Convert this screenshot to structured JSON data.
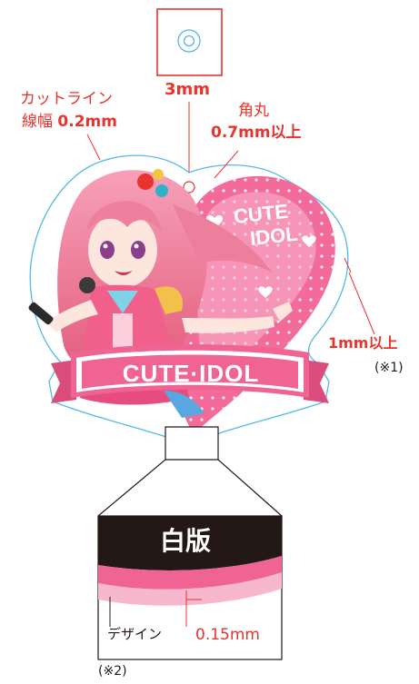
{
  "hole": {
    "label": "3mm"
  },
  "cutline": {
    "line1": "カットライン",
    "line2_prefix": "線幅 ",
    "line2_value": "0.2mm"
  },
  "corner": {
    "line1": "角丸",
    "line2": "0.7mm以上"
  },
  "margin": {
    "label": "1mm以上",
    "note": "(※1)"
  },
  "artwork": {
    "banner_text": "CUTE·IDOL",
    "logo_line1": "CUTE",
    "logo_line2": "IDOL"
  },
  "detail": {
    "white_plate_label": "白版",
    "design_label": "デザイン",
    "thickness_label": "0.15mm",
    "note": "(※2)"
  },
  "colors": {
    "accent_red": "#e8342c",
    "cutline_blue": "#55b8e6",
    "heart_pink": "#f26b9a",
    "heart_light": "#f9b8cf",
    "plate_black": "#231815",
    "banner_pink": "#f06493"
  }
}
